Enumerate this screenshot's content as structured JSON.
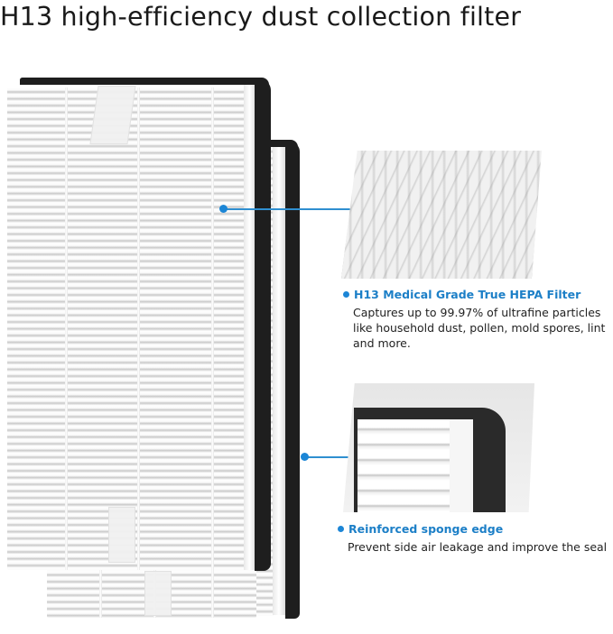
{
  "title": "H13 high-efficiency dust collection filter",
  "colors": {
    "accent": "#1c86d6",
    "feature_title": "#1c7fc7",
    "body_text": "#222222",
    "frame": "#1e1e1e"
  },
  "product_image": {
    "description": "Two stacked pleated HEPA filters with black sponge frame edges",
    "filters": [
      {
        "name": "front-filter",
        "pull_tabs": 2
      },
      {
        "name": "back-filter",
        "pull_tabs": 1
      }
    ]
  },
  "features": [
    {
      "icon": "bullet-dot-icon",
      "title": "H13 Medical Grade True HEPA Filter",
      "description": "Captures up to 99.97% of ultrafine particles\nlike household dust, pollen, mold spores, lint\nand more.",
      "detail_image": "pleated-filter-closeup"
    },
    {
      "icon": "bullet-dot-icon",
      "title": "Reinforced sponge edge",
      "description": "Prevent side air leakage and improve the seal",
      "detail_image": "sponge-edge-closeup"
    }
  ]
}
